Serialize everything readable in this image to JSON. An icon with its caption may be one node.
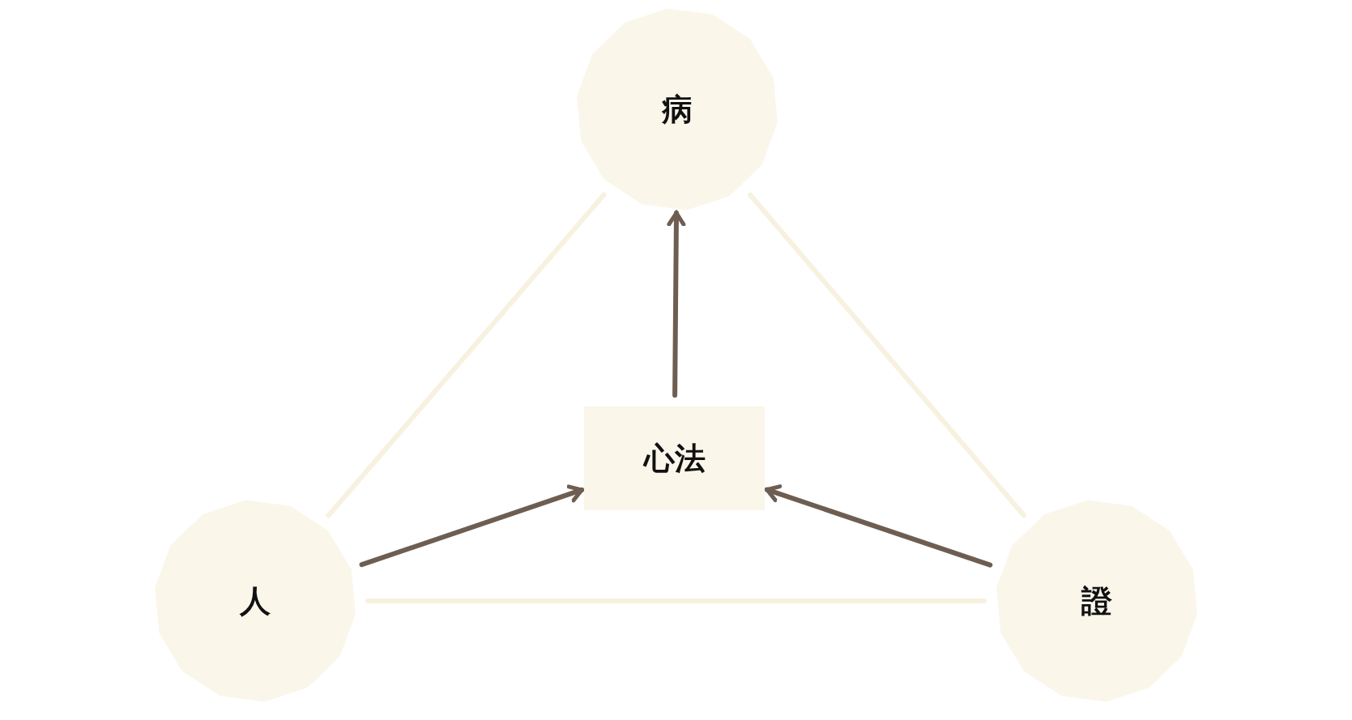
{
  "diagram": {
    "nodes": [
      {
        "text": [
          "病"
        ]
      },
      {
        "text": [
          "心法"
        ]
      },
      {
        "text": [
          "人"
        ]
      },
      {
        "text": [
          "證"
        ]
      }
    ],
    "edges": [
      {
        "from": 0,
        "to": 2,
        "arrow": "none",
        "color": "#f7f1df"
      },
      {
        "from": 0,
        "to": 3,
        "arrow": "none",
        "color": "#f7f1df"
      },
      {
        "from": 2,
        "to": 3,
        "arrow": "none",
        "color": "#f7f1df"
      },
      {
        "from": 1,
        "to": 0,
        "arrow": "to",
        "color": "#6e5e52"
      },
      {
        "from": 2,
        "to": 1,
        "arrow": "to",
        "color": "#6e5e52"
      },
      {
        "from": 3,
        "to": 1,
        "arrow": "to",
        "color": "#6e5e52"
      }
    ]
  }
}
